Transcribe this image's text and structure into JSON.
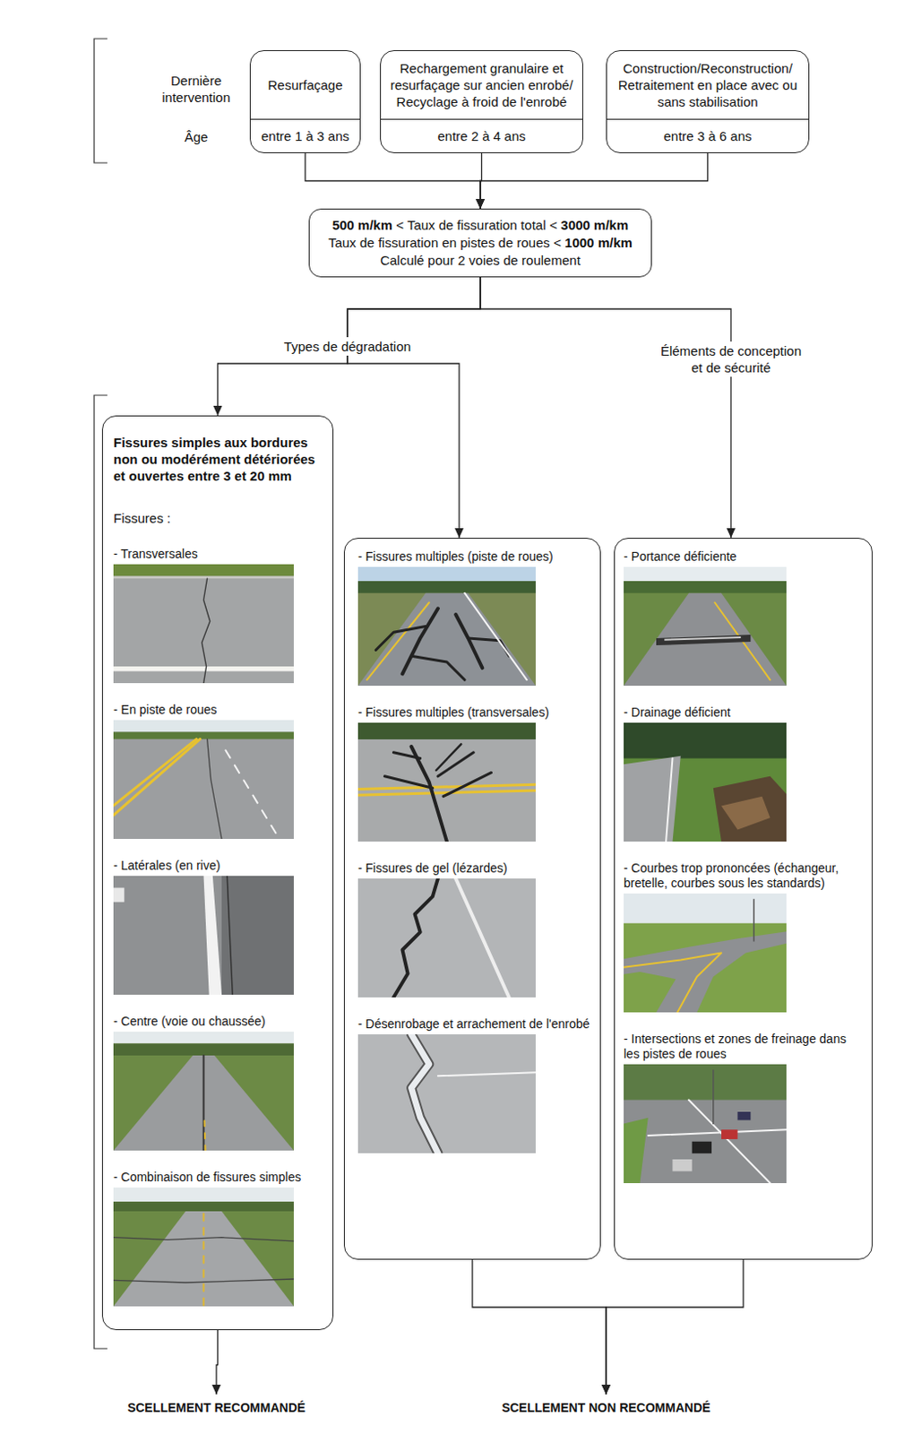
{
  "diagram": {
    "nodes": [
      {
        "text": [
          "Resurfaçage",
          "entre 1 à 3 ans"
        ]
      },
      {
        "text": [
          "Rechargement granulaire et resurfaçage sur ancien enrobé/ Recyclage à froid de l'enrobé",
          "entre 2 à 4 ans"
        ]
      },
      {
        "text": [
          "Construction/Reconstruction/ Retraitement en place avec ou sans stabilisation",
          "entre 3 à 6 ans"
        ]
      },
      {
        "text": [
          "500 m/km < Taux de fissuration total < 3000 m/km",
          "Taux de fissuration en pistes de roues < 1000 m/km",
          "Calculé pour 2 voies de roulement"
        ]
      },
      {
        "text": [
          "Fissures simples aux bordures non ou modérément détériorées et ouvertes entre 3 et 20 mm",
          "Fissures :",
          "- Transversales",
          "- En piste de roues",
          "- Latérales (en rive)",
          "- Centre (voie ou chaussée)",
          "- Combinaison de fissures simples"
        ]
      },
      {
        "text": [
          "- Fissures multiples (piste de roues)",
          "- Fissures multiples (transversales)",
          "- Fissures de gel (lézardes)",
          "- Désenrobage et arrachement de l'enrobé"
        ]
      },
      {
        "text": [
          "- Portance déficiente",
          "- Drainage déficient",
          "- Courbes trop prononcées (échangeur, bretelle, courbes sous les standards)",
          "- Intersections et zones de freinage dans les pistes de roues"
        ]
      },
      {
        "text": [
          "SCELLEMENT RECOMMANDÉ"
        ]
      },
      {
        "text": [
          "SCELLEMENT NON RECOMMANDÉ"
        ]
      }
    ],
    "edges": [
      {
        "from": 0,
        "to": 3,
        "arrow": "to"
      },
      {
        "from": 1,
        "to": 3,
        "arrow": "to"
      },
      {
        "from": 2,
        "to": 3,
        "arrow": "to"
      },
      {
        "from": 3,
        "to": 4,
        "label": "Types de dégradation",
        "arrow": "to"
      },
      {
        "from": 3,
        "to": 5,
        "arrow": "to"
      },
      {
        "from": 3,
        "to": 6,
        "label": "Éléments de conception et de sécurité",
        "arrow": "to"
      },
      {
        "from": 4,
        "to": 7,
        "arrow": "to"
      },
      {
        "from": 5,
        "to": 8,
        "arrow": "to"
      },
      {
        "from": 6,
        "to": 8,
        "arrow": "to"
      }
    ],
    "labels": [
      "Dernière intervention",
      "Âge"
    ]
  }
}
